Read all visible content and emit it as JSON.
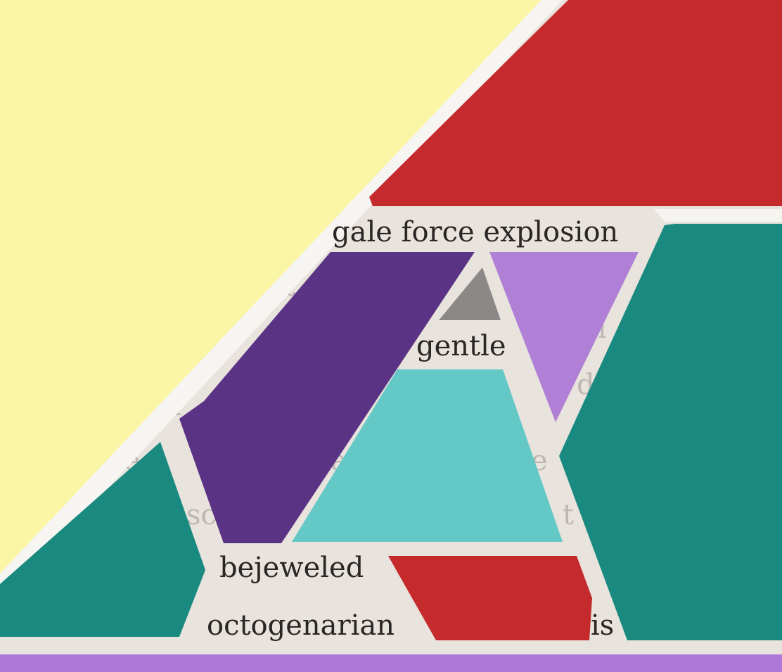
{
  "poem": {
    "line1": "gale force explosion",
    "line2": "gentle",
    "line3": "bejeweled",
    "line4": "octogenarian",
    "line4_tail": "is"
  },
  "palette": {
    "paper": "#e8e3dd",
    "cream": "#fbf6a6",
    "red": "#c52a2c",
    "teal": "#1a8a80",
    "purple": "#5a3385",
    "lavender": "#b07fd6",
    "aqua": "#63c8c6",
    "gray": "#8d8888",
    "bottom_band": "#ae78d8"
  },
  "pieces": [
    "cream-triangle-icon",
    "red-trapezoid-icon",
    "purple-parallelogram-icon",
    "gray-triangle-icon",
    "lavender-triangle-icon",
    "aqua-trapezoid-icon",
    "teal-hexagon-right-icon",
    "teal-pentagon-left-icon",
    "red-parallelogram-small-icon",
    "lavender-band-icon"
  ]
}
